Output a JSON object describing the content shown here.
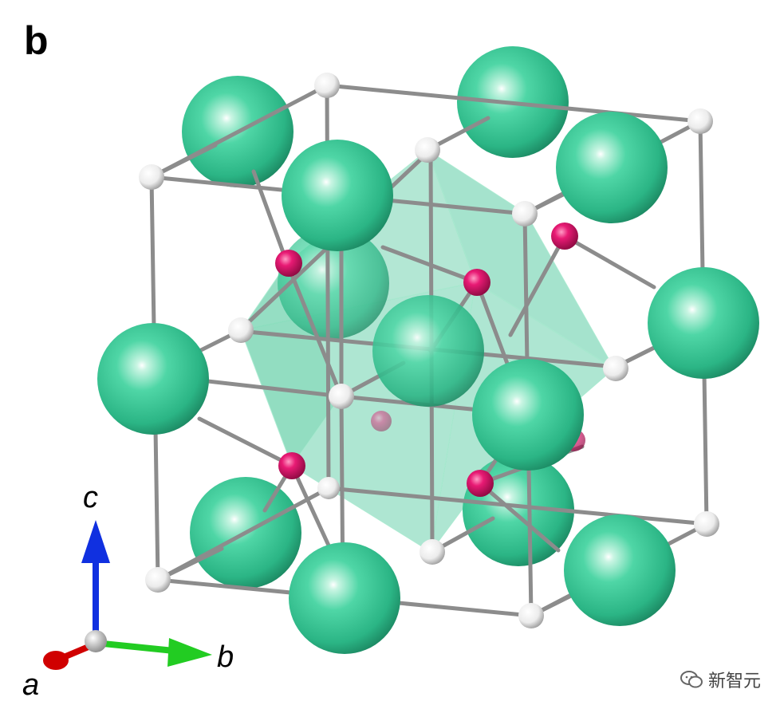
{
  "figure": {
    "panel_label": "b",
    "axis_labels": {
      "a": "a",
      "b": "b",
      "c": "c"
    },
    "watermark": "新智元"
  },
  "colors": {
    "large_atom": "#3cc99a",
    "small_white_atom": "#f2f2f2",
    "magenta_atom": "#e0186e",
    "bond": "#8c8c8c",
    "polyhedron": "#2ec08a",
    "axis_a": "#e00000",
    "axis_b": "#22cc22",
    "axis_c": "#1030e0"
  },
  "icons": [
    "wechat-icon"
  ]
}
